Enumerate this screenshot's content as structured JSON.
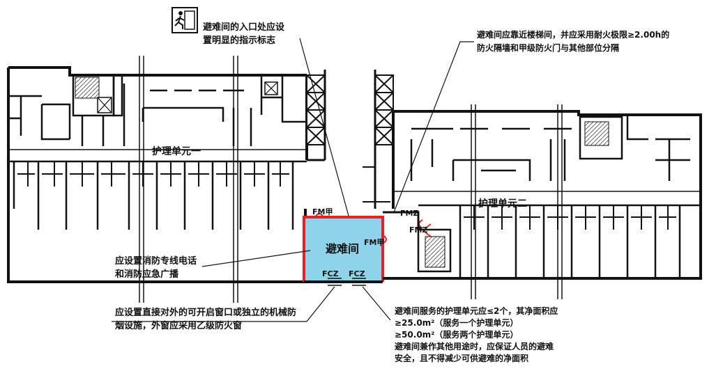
{
  "signage": {
    "icon": "emergency-exit-icon"
  },
  "notes": {
    "sign_line1": "避难间的入口处应设",
    "sign_line2": "置明显的指示标志",
    "wall_line1": "避难间应靠近楼梯间，并应采用耐火极限≥2.00h的",
    "wall_line2": "防火隔墙和甲级防火门与其他部位分隔",
    "phone_line1": "应设置消防专线电话",
    "phone_line2": "和消防应急广播",
    "window_line1": "应设置直接对外的可开启窗口或独立的机械防",
    "window_line2": "烟设施，外窗应采用乙级防火窗",
    "area_line1": "避难间服务的护理单元应≤2个，其净面积应",
    "area_line2": "≥25.0m²（服务一个护理单元）",
    "area_line3": "≥50.0m²（服务两个护理单元）",
    "area_line4": "避难间兼作其他用途时，应保证人员的避难",
    "area_line5": "安全，且不得减少可供避难的净面积"
  },
  "rooms": {
    "unit_one": "护理单元一",
    "unit_two": "护理单元二",
    "refuge": "避难间"
  },
  "door_labels": {
    "fm_a": "FM甲",
    "fm_b": "FM甲",
    "fm_c": "FMZ",
    "fm_d": "FMZ"
  },
  "window_labels": {
    "fc_a": "FCZ",
    "fc_b": "FCZ"
  },
  "colors": {
    "wall": "#111111",
    "refuge_fill": "#8fd3ea",
    "refuge_wall": "#e0222a",
    "fire_door": "#e0222a"
  }
}
